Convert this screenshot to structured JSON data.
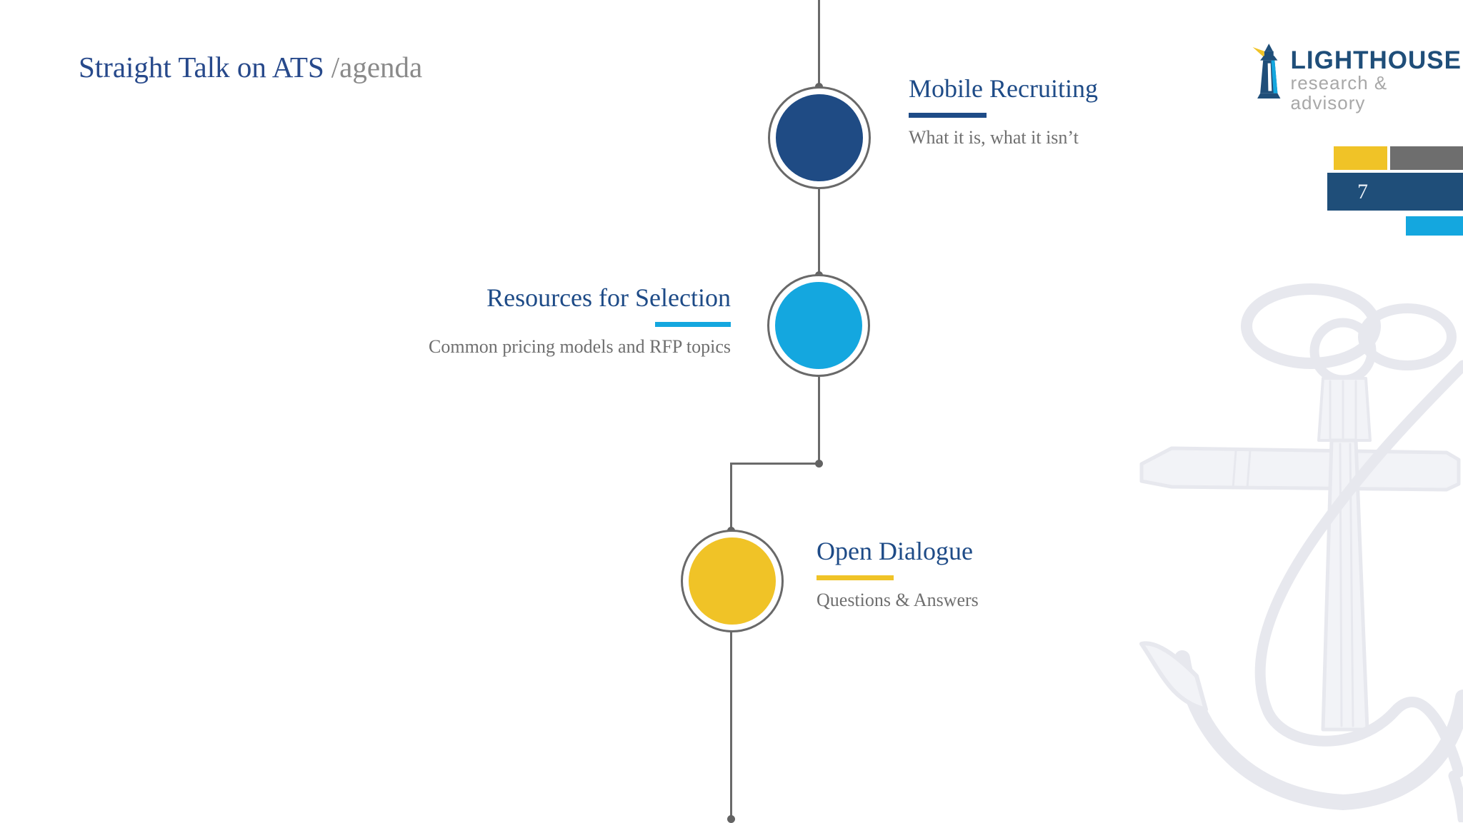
{
  "slide": {
    "title_main": "Straight Talk on ATS",
    "title_suffix": "/agenda",
    "page_number": "7"
  },
  "logo": {
    "name": "LIGHTHOUSE",
    "tagline": "research & advisory",
    "icon": "lighthouse-icon"
  },
  "agenda": {
    "items": [
      {
        "title": "Mobile Recruiting",
        "subtitle": "What it is, what it isn’t",
        "accent": "#1E4B87"
      },
      {
        "title": "Resources for Selection",
        "subtitle": "Common pricing models and RFP topics",
        "accent": "#14A7DF"
      },
      {
        "title": "Open Dialogue",
        "subtitle": "Questions & Answers",
        "accent": "#F0C327"
      }
    ]
  },
  "colors": {
    "navy_bar": "#1F4E79",
    "heading_blue": "#1E4B87",
    "circle_navy": "#1F4B84",
    "cyan": "#14A7DF",
    "yellow": "#F0C327",
    "gray_bar": "#6E6E6E",
    "subtitle_gray": "#6F6F6F",
    "connector_gray": "#6A6A6A",
    "logo_tagline_gray": "#A8A8A8",
    "title_suffix_gray": "#8A8A8A"
  },
  "watermark": "anchor-illustration"
}
